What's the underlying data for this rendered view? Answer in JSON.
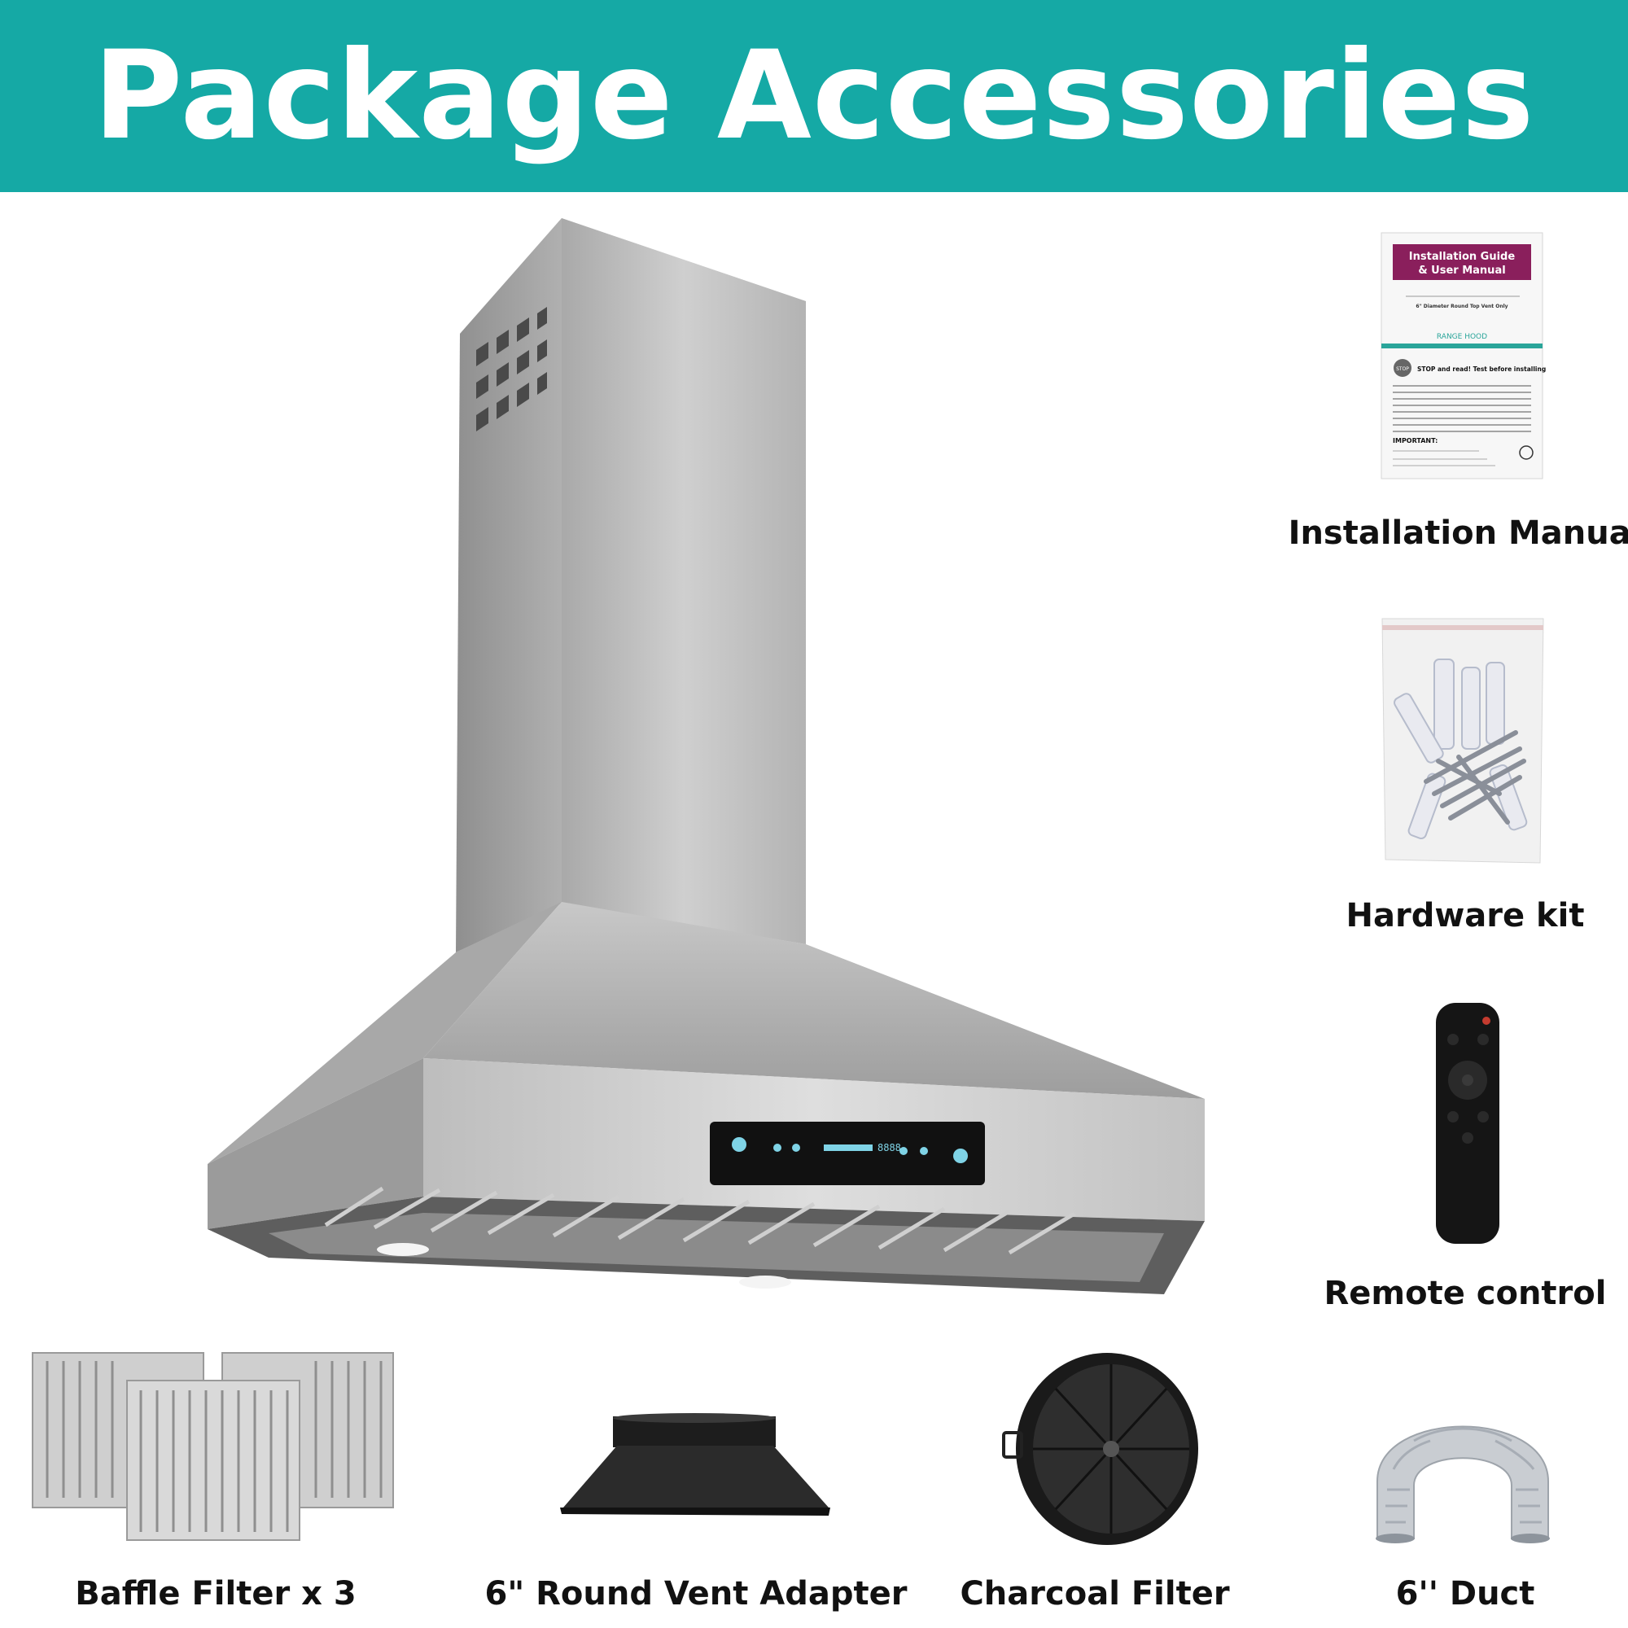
{
  "header": {
    "title": "Package Accessories"
  },
  "manual": {
    "title_line1": "Installation Guide",
    "title_line2": "& User Manual",
    "subtitle": "6\" Diameter Round Top Vent Only",
    "product": "RANGE HOOD",
    "stop_text": "STOP and read! Test before installing",
    "stop_badge": "STOP",
    "important": "IMPORTANT:"
  },
  "accessories": {
    "installation_manual": "Installation Manual",
    "hardware_kit": "Hardware kit",
    "remote_control": "Remote control",
    "baffle_filter": "Baffle Filter x 3",
    "vent_adapter": "6\" Round Vent Adapter",
    "charcoal_filter": "Charcoal Filter",
    "duct": "6'' Duct"
  },
  "control_panel": {
    "display": "8888"
  },
  "colors": {
    "banner": "#15a9a5",
    "steel": "#b9b9b9",
    "manual_accent": "#8a1f5c"
  }
}
